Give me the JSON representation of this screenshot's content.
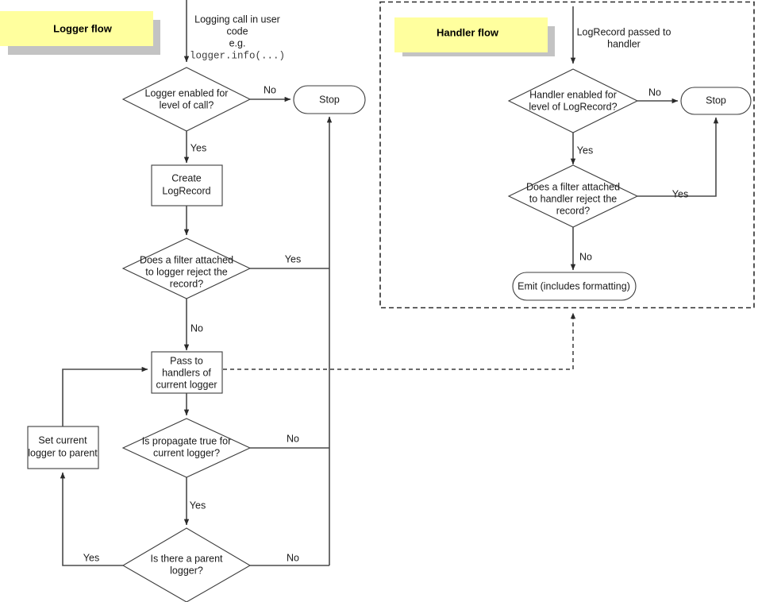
{
  "diagram": {
    "title": "Python logging flow",
    "background": "#ffffff",
    "banner_fill": "#ffff9e",
    "banner_shadow": "#c3c3c3",
    "node_stroke": "#3c3c3c",
    "connector_stroke": "#4a4a4a"
  },
  "logger_flow": {
    "banner_label": "Logger flow",
    "entry_note_line1": "Logging call in user",
    "entry_note_line2": "code",
    "entry_note_line3": "e.g.",
    "entry_note_code": "logger.info(...)",
    "decision_enabled_line1": "Logger enabled for",
    "decision_enabled_line2": "level of call?",
    "stop_label": "Stop",
    "create_record_line1": "Create",
    "create_record_line2": "LogRecord",
    "filter_line1": "Does a filter attached",
    "filter_line2": "to logger reject the",
    "filter_line3": "record?",
    "pass_handlers_line1": "Pass to",
    "pass_handlers_line2": "handlers of",
    "pass_handlers_line3": "current logger",
    "propagate_line1": "Is propagate true for",
    "propagate_line2": "current logger?",
    "parent_line1": "Is there a parent",
    "parent_line2": "logger?",
    "set_parent_line1": "Set current",
    "set_parent_line2": "logger to parent",
    "edge_enabled_no": "No",
    "edge_enabled_yes": "Yes",
    "edge_filter_yes": "Yes",
    "edge_filter_no": "No",
    "edge_propagate_no": "No",
    "edge_propagate_yes": "Yes",
    "edge_parent_yes": "Yes",
    "edge_parent_no": "No"
  },
  "handler_flow": {
    "banner_label": "Handler flow",
    "entry_note_line1": "LogRecord passed to",
    "entry_note_line2": "handler",
    "decision_enabled_line1": "Handler enabled for",
    "decision_enabled_line2": "level of LogRecord?",
    "stop_label": "Stop",
    "filter_line1": "Does a filter attached",
    "filter_line2": "to handler reject the",
    "filter_line3": "record?",
    "emit_label": "Emit (includes formatting)",
    "edge_enabled_no": "No",
    "edge_enabled_yes": "Yes",
    "edge_filter_yes": "Yes",
    "edge_filter_no": "No"
  }
}
